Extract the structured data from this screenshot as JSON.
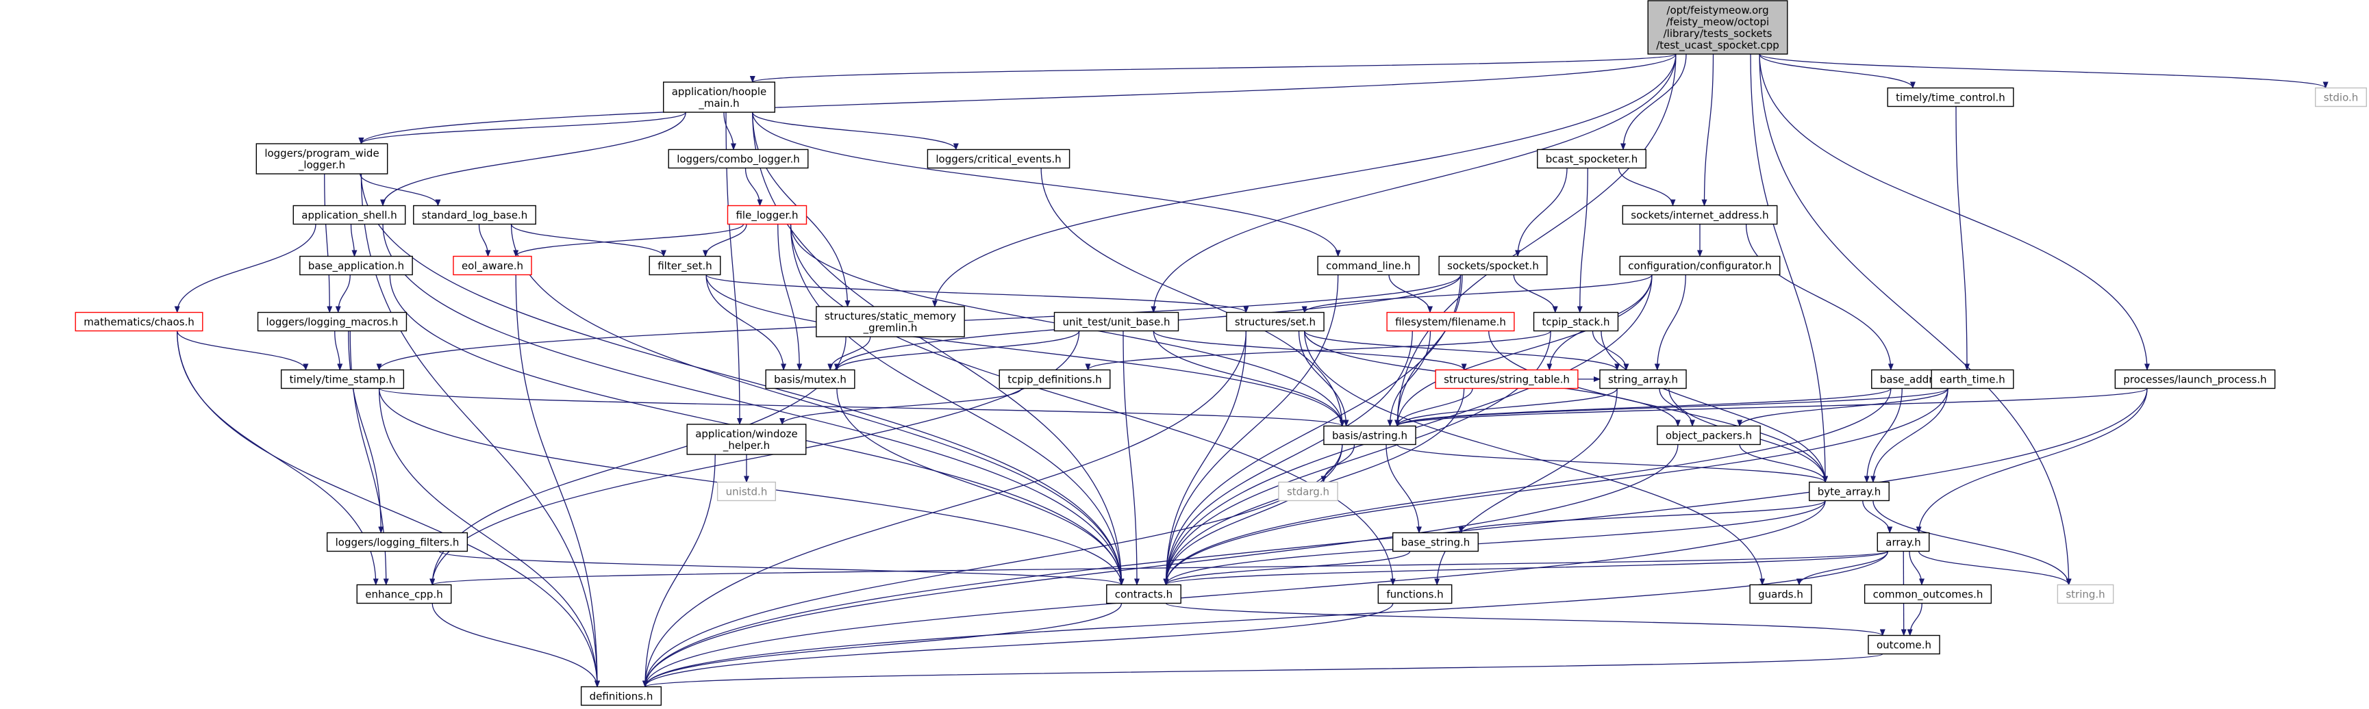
{
  "colors": {
    "edge": "#191970",
    "box_normal": "#000000",
    "box_truncated": "#ff0000",
    "box_system": "#bfbfbf",
    "root_fill": "#bfbfbf",
    "text": "#000000",
    "text_system": "#7f7f7f"
  },
  "nodes": [
    {
      "id": "root",
      "lines": [
        "/opt/feistymeow.org",
        "/feisty_meow/octopi",
        "/library/tests_sockets",
        "/test_ucast_spocket.cpp"
      ],
      "kind": "root"
    },
    {
      "id": "hoople_main",
      "lines": [
        "application/hoople",
        "_main.h"
      ],
      "kind": "normal"
    },
    {
      "id": "program_wide_logger",
      "lines": [
        "loggers/program_wide",
        "_logger.h"
      ],
      "kind": "normal"
    },
    {
      "id": "combo_logger",
      "lines": [
        "loggers/combo_logger.h"
      ],
      "kind": "normal"
    },
    {
      "id": "critical_events",
      "lines": [
        "loggers/critical_events.h"
      ],
      "kind": "normal"
    },
    {
      "id": "time_control",
      "lines": [
        "timely/time_control.h"
      ],
      "kind": "normal"
    },
    {
      "id": "stdio",
      "lines": [
        "stdio.h"
      ],
      "kind": "system"
    },
    {
      "id": "bcast_spocketer",
      "lines": [
        "bcast_spocketer.h"
      ],
      "kind": "normal"
    },
    {
      "id": "internet_address",
      "lines": [
        "sockets/internet_address.h"
      ],
      "kind": "normal"
    },
    {
      "id": "application_shell",
      "lines": [
        "application_shell.h"
      ],
      "kind": "normal"
    },
    {
      "id": "standard_log_base",
      "lines": [
        "standard_log_base.h"
      ],
      "kind": "normal"
    },
    {
      "id": "file_logger",
      "lines": [
        "file_logger.h"
      ],
      "kind": "truncated"
    },
    {
      "id": "command_line",
      "lines": [
        "command_line.h"
      ],
      "kind": "normal"
    },
    {
      "id": "sockets_spocket",
      "lines": [
        "sockets/spocket.h"
      ],
      "kind": "normal"
    },
    {
      "id": "configurator",
      "lines": [
        "configuration/configurator.h"
      ],
      "kind": "normal"
    },
    {
      "id": "base_application",
      "lines": [
        "base_application.h"
      ],
      "kind": "normal"
    },
    {
      "id": "eol_aware",
      "lines": [
        "eol_aware.h"
      ],
      "kind": "truncated"
    },
    {
      "id": "filter_set",
      "lines": [
        "filter_set.h"
      ],
      "kind": "normal"
    },
    {
      "id": "chaos",
      "lines": [
        "mathematics/chaos.h"
      ],
      "kind": "truncated"
    },
    {
      "id": "logging_macros",
      "lines": [
        "loggers/logging_macros.h"
      ],
      "kind": "normal"
    },
    {
      "id": "static_memory_gremlin",
      "lines": [
        "structures/static_memory",
        "_gremlin.h"
      ],
      "kind": "normal"
    },
    {
      "id": "unit_base",
      "lines": [
        "unit_test/unit_base.h"
      ],
      "kind": "normal"
    },
    {
      "id": "structures_set",
      "lines": [
        "structures/set.h"
      ],
      "kind": "normal"
    },
    {
      "id": "filesystem_filename",
      "lines": [
        "filesystem/filename.h"
      ],
      "kind": "truncated"
    },
    {
      "id": "tcpip_stack",
      "lines": [
        "tcpip_stack.h"
      ],
      "kind": "normal"
    },
    {
      "id": "time_stamp",
      "lines": [
        "timely/time_stamp.h"
      ],
      "kind": "normal"
    },
    {
      "id": "basis_mutex",
      "lines": [
        "basis/mutex.h"
      ],
      "kind": "normal"
    },
    {
      "id": "tcpip_definitions",
      "lines": [
        "tcpip_definitions.h"
      ],
      "kind": "normal"
    },
    {
      "id": "string_table",
      "lines": [
        "structures/string_table.h"
      ],
      "kind": "truncated"
    },
    {
      "id": "string_array",
      "lines": [
        "string_array.h"
      ],
      "kind": "normal"
    },
    {
      "id": "base_address",
      "lines": [
        "base_address.h"
      ],
      "kind": "normal"
    },
    {
      "id": "earth_time",
      "lines": [
        "earth_time.h"
      ],
      "kind": "normal"
    },
    {
      "id": "launch_process",
      "lines": [
        "processes/launch_process.h"
      ],
      "kind": "normal"
    },
    {
      "id": "windoze_helper",
      "lines": [
        "application/windoze",
        "_helper.h"
      ],
      "kind": "normal"
    },
    {
      "id": "basis_astring",
      "lines": [
        "basis/astring.h"
      ],
      "kind": "normal"
    },
    {
      "id": "object_packers",
      "lines": [
        "object_packers.h"
      ],
      "kind": "normal"
    },
    {
      "id": "unistd",
      "lines": [
        "unistd.h"
      ],
      "kind": "system"
    },
    {
      "id": "stdarg",
      "lines": [
        "stdarg.h"
      ],
      "kind": "system"
    },
    {
      "id": "byte_array",
      "lines": [
        "byte_array.h"
      ],
      "kind": "normal"
    },
    {
      "id": "logging_filters",
      "lines": [
        "loggers/logging_filters.h"
      ],
      "kind": "normal"
    },
    {
      "id": "base_string",
      "lines": [
        "base_string.h"
      ],
      "kind": "normal"
    },
    {
      "id": "array",
      "lines": [
        "array.h"
      ],
      "kind": "normal"
    },
    {
      "id": "enhance_cpp",
      "lines": [
        "enhance_cpp.h"
      ],
      "kind": "normal"
    },
    {
      "id": "contracts",
      "lines": [
        "contracts.h"
      ],
      "kind": "normal"
    },
    {
      "id": "functions",
      "lines": [
        "functions.h"
      ],
      "kind": "normal"
    },
    {
      "id": "guards",
      "lines": [
        "guards.h"
      ],
      "kind": "normal"
    },
    {
      "id": "common_outcomes",
      "lines": [
        "common_outcomes.h"
      ],
      "kind": "normal"
    },
    {
      "id": "string_h",
      "lines": [
        "string.h"
      ],
      "kind": "system"
    },
    {
      "id": "outcome",
      "lines": [
        "outcome.h"
      ],
      "kind": "normal"
    },
    {
      "id": "definitions",
      "lines": [
        "definitions.h"
      ],
      "kind": "normal"
    }
  ],
  "edges": [
    [
      "root",
      "hoople_main"
    ],
    [
      "root",
      "program_wide_logger"
    ],
    [
      "root",
      "time_control"
    ],
    [
      "root",
      "stdio"
    ],
    [
      "root",
      "bcast_spocketer"
    ],
    [
      "root",
      "internet_address"
    ],
    [
      "root",
      "static_memory_gremlin"
    ],
    [
      "root",
      "unit_base"
    ],
    [
      "root",
      "basis_astring"
    ],
    [
      "root",
      "launch_process"
    ],
    [
      "root",
      "byte_array"
    ],
    [
      "root",
      "string_h"
    ],
    [
      "hoople_main",
      "program_wide_logger"
    ],
    [
      "hoople_main",
      "combo_logger"
    ],
    [
      "hoople_main",
      "critical_events"
    ],
    [
      "hoople_main",
      "application_shell"
    ],
    [
      "hoople_main",
      "command_line"
    ],
    [
      "hoople_main",
      "static_memory_gremlin"
    ],
    [
      "hoople_main",
      "windoze_helper"
    ],
    [
      "hoople_main",
      "contracts"
    ],
    [
      "program_wide_logger",
      "standard_log_base"
    ],
    [
      "program_wide_logger",
      "logging_macros"
    ],
    [
      "program_wide_logger",
      "contracts"
    ],
    [
      "program_wide_logger",
      "definitions"
    ],
    [
      "combo_logger",
      "file_logger"
    ],
    [
      "critical_events",
      "basis_astring"
    ],
    [
      "time_control",
      "earth_time"
    ],
    [
      "bcast_spocketer",
      "sockets_spocket"
    ],
    [
      "bcast_spocketer",
      "internet_address"
    ],
    [
      "bcast_spocketer",
      "tcpip_stack"
    ],
    [
      "internet_address",
      "configurator"
    ],
    [
      "internet_address",
      "base_address"
    ],
    [
      "application_shell",
      "base_application"
    ],
    [
      "application_shell",
      "chaos"
    ],
    [
      "application_shell",
      "contracts"
    ],
    [
      "standard_log_base",
      "eol_aware"
    ],
    [
      "standard_log_base",
      "filter_set"
    ],
    [
      "standard_log_base",
      "contracts"
    ],
    [
      "file_logger",
      "eol_aware"
    ],
    [
      "file_logger",
      "filter_set"
    ],
    [
      "file_logger",
      "basis_mutex"
    ],
    [
      "file_logger",
      "basis_astring"
    ],
    [
      "file_logger",
      "contracts"
    ],
    [
      "file_logger",
      "functions"
    ],
    [
      "command_line",
      "filesystem_filename"
    ],
    [
      "command_line",
      "contracts"
    ],
    [
      "sockets_spocket",
      "tcpip_stack"
    ],
    [
      "sockets_spocket",
      "basis_mutex"
    ],
    [
      "sockets_spocket",
      "time_stamp"
    ],
    [
      "sockets_spocket",
      "contracts"
    ],
    [
      "sockets_spocket",
      "basis_astring"
    ],
    [
      "configurator",
      "structures_set"
    ],
    [
      "configurator",
      "string_table"
    ],
    [
      "configurator",
      "string_array"
    ],
    [
      "configurator",
      "basis_astring"
    ],
    [
      "configurator",
      "contracts"
    ],
    [
      "base_application",
      "logging_macros"
    ],
    [
      "base_application",
      "contracts"
    ],
    [
      "eol_aware",
      "definitions"
    ],
    [
      "filter_set",
      "structures_set"
    ],
    [
      "filter_set",
      "basis_mutex"
    ],
    [
      "filter_set",
      "basis_astring"
    ],
    [
      "chaos",
      "time_stamp"
    ],
    [
      "chaos",
      "enhance_cpp"
    ],
    [
      "chaos",
      "definitions"
    ],
    [
      "logging_macros",
      "time_stamp"
    ],
    [
      "logging_macros",
      "logging_filters"
    ],
    [
      "logging_macros",
      "enhance_cpp"
    ],
    [
      "static_memory_gremlin",
      "basis_mutex"
    ],
    [
      "static_memory_gremlin",
      "enhance_cpp"
    ],
    [
      "unit_base",
      "basis_mutex"
    ],
    [
      "unit_base",
      "string_table"
    ],
    [
      "unit_base",
      "basis_astring"
    ],
    [
      "unit_base",
      "contracts"
    ],
    [
      "unit_base",
      "enhance_cpp"
    ],
    [
      "structures_set",
      "basis_astring"
    ],
    [
      "structures_set",
      "string_array"
    ],
    [
      "structures_set",
      "object_packers"
    ],
    [
      "structures_set",
      "contracts"
    ],
    [
      "structures_set",
      "guards"
    ],
    [
      "structures_set",
      "definitions"
    ],
    [
      "filesystem_filename",
      "basis_astring"
    ],
    [
      "filesystem_filename",
      "byte_array"
    ],
    [
      "filesystem_filename",
      "contracts"
    ],
    [
      "tcpip_stack",
      "tcpip_definitions"
    ],
    [
      "tcpip_stack",
      "string_array"
    ],
    [
      "tcpip_stack",
      "byte_array"
    ],
    [
      "tcpip_stack",
      "contracts"
    ],
    [
      "time_stamp",
      "basis_astring"
    ],
    [
      "time_stamp",
      "contracts"
    ],
    [
      "time_stamp",
      "definitions"
    ],
    [
      "basis_mutex",
      "contracts"
    ],
    [
      "tcpip_definitions",
      "windoze_helper"
    ],
    [
      "string_table",
      "string_array"
    ],
    [
      "string_table",
      "basis_astring"
    ],
    [
      "string_table",
      "contracts"
    ],
    [
      "string_array",
      "basis_astring"
    ],
    [
      "string_array",
      "object_packers"
    ],
    [
      "string_array",
      "byte_array"
    ],
    [
      "string_array",
      "functions"
    ],
    [
      "base_address",
      "basis_astring"
    ],
    [
      "base_address",
      "byte_array"
    ],
    [
      "base_address",
      "contracts"
    ],
    [
      "earth_time",
      "basis_astring"
    ],
    [
      "earth_time",
      "object_packers"
    ],
    [
      "earth_time",
      "byte_array"
    ],
    [
      "earth_time",
      "contracts"
    ],
    [
      "launch_process",
      "basis_astring"
    ],
    [
      "launch_process",
      "array"
    ],
    [
      "launch_process",
      "definitions"
    ],
    [
      "windoze_helper",
      "unistd"
    ],
    [
      "windoze_helper",
      "definitions"
    ],
    [
      "basis_astring",
      "stdarg"
    ],
    [
      "basis_astring",
      "base_string"
    ],
    [
      "basis_astring",
      "byte_array"
    ],
    [
      "basis_astring",
      "contracts"
    ],
    [
      "basis_astring",
      "definitions"
    ],
    [
      "object_packers",
      "byte_array"
    ],
    [
      "object_packers",
      "definitions"
    ],
    [
      "byte_array",
      "array"
    ],
    [
      "byte_array",
      "base_string"
    ],
    [
      "byte_array",
      "contracts"
    ],
    [
      "byte_array",
      "string_h"
    ],
    [
      "byte_array",
      "definitions"
    ],
    [
      "logging_filters",
      "contracts"
    ],
    [
      "base_string",
      "contracts"
    ],
    [
      "array",
      "common_outcomes"
    ],
    [
      "array",
      "outcome"
    ],
    [
      "array",
      "guards"
    ],
    [
      "array",
      "contracts"
    ],
    [
      "array",
      "string_h"
    ],
    [
      "array",
      "definitions"
    ],
    [
      "array",
      "enhance_cpp"
    ],
    [
      "enhance_cpp",
      "definitions"
    ],
    [
      "contracts",
      "outcome"
    ],
    [
      "contracts",
      "definitions"
    ],
    [
      "functions",
      "definitions"
    ],
    [
      "common_outcomes",
      "outcome"
    ],
    [
      "outcome",
      "definitions"
    ]
  ]
}
